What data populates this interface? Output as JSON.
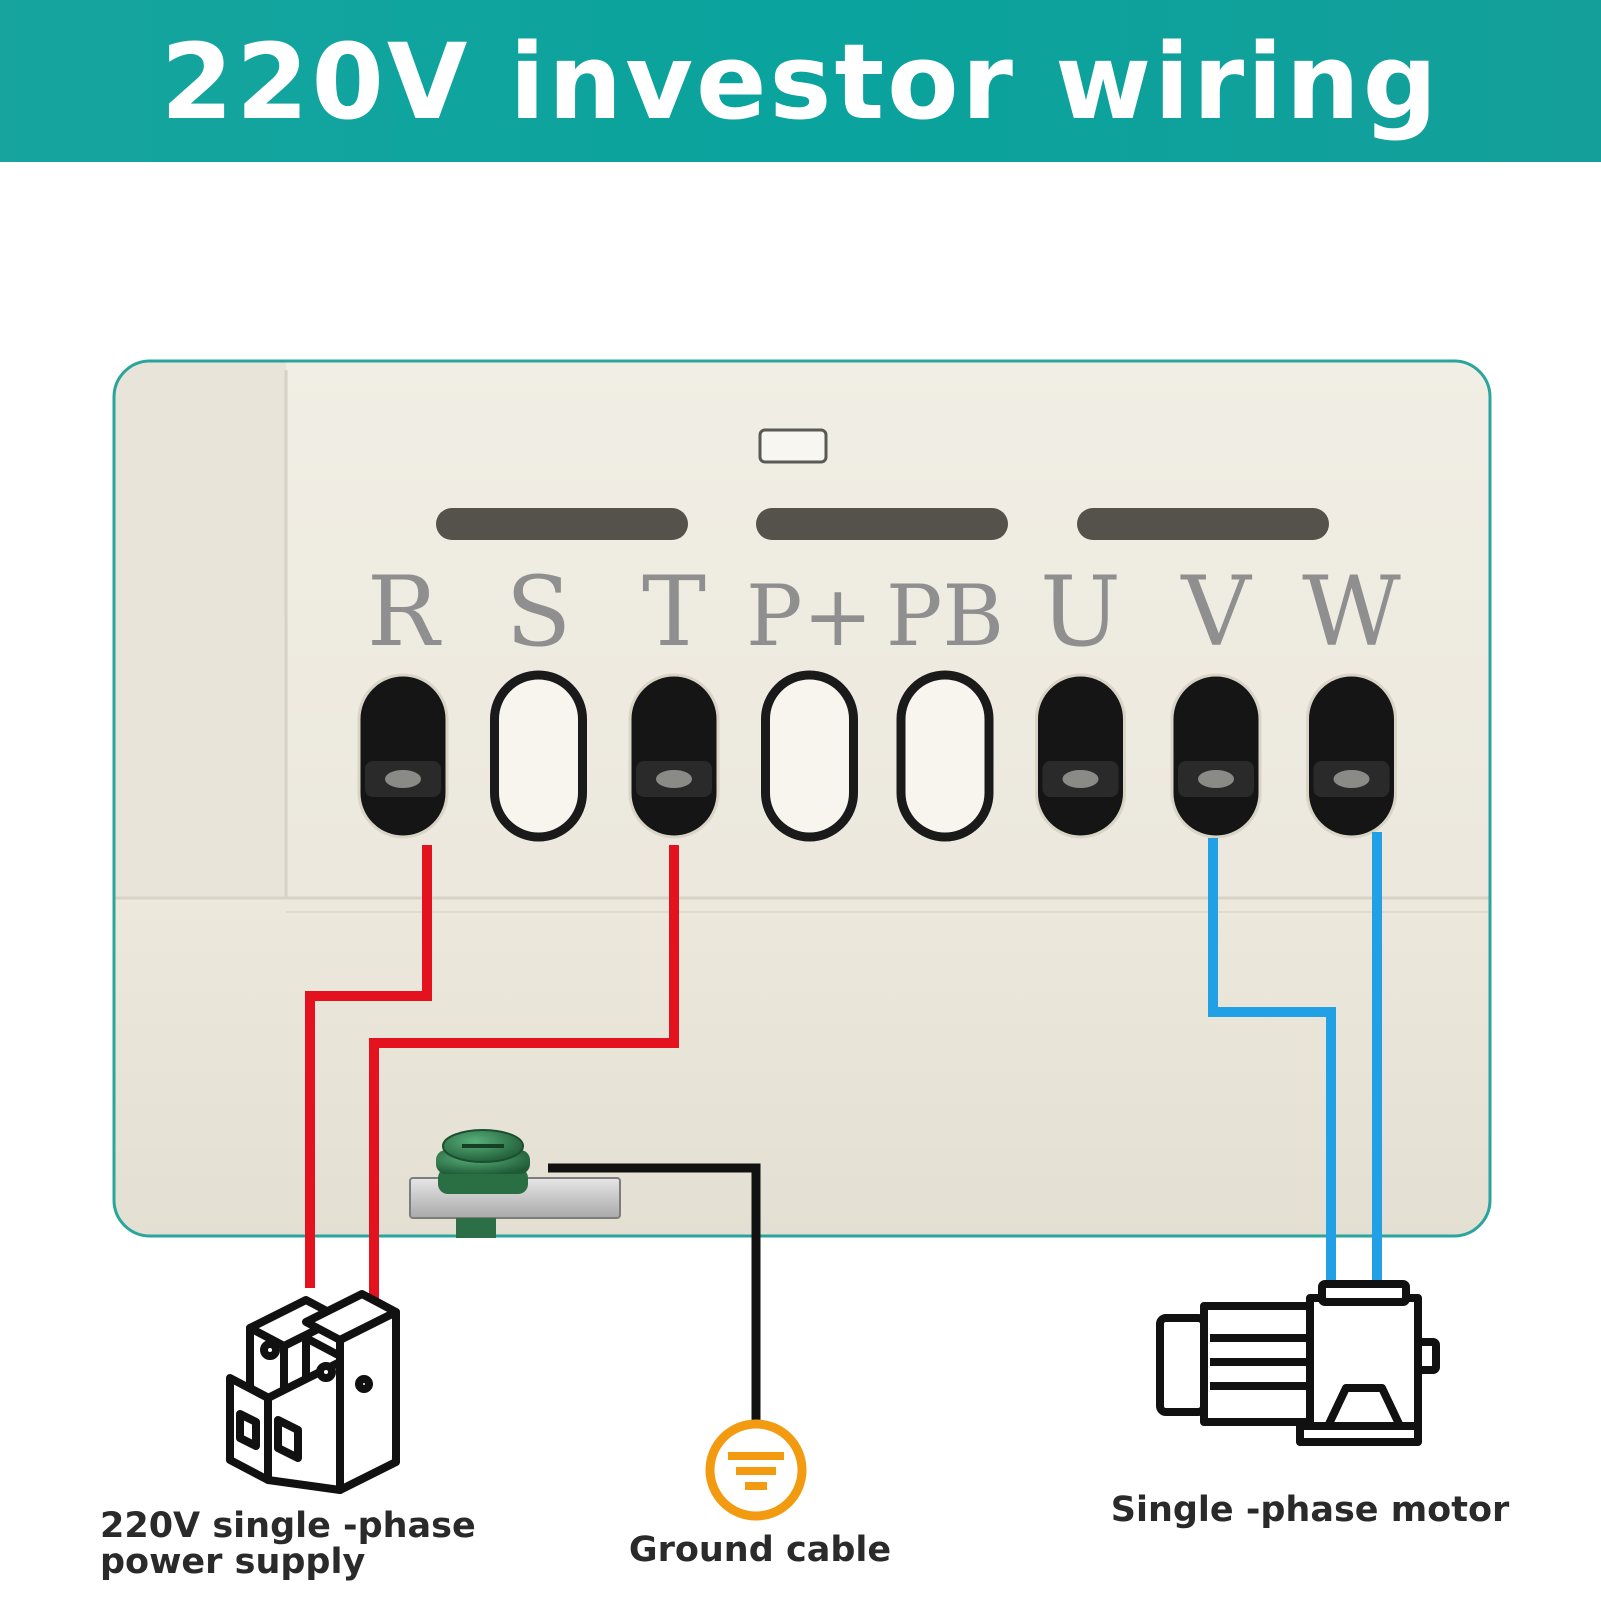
{
  "header": {
    "title": "220V investor wiring"
  },
  "terminals": [
    {
      "label": "R",
      "state": "wired"
    },
    {
      "label": "S",
      "state": "empty"
    },
    {
      "label": "T",
      "state": "wired"
    },
    {
      "label": "P+",
      "state": "empty"
    },
    {
      "label": "PB",
      "state": "empty"
    },
    {
      "label": "U",
      "state": "screw"
    },
    {
      "label": "V",
      "state": "wired"
    },
    {
      "label": "W",
      "state": "wired"
    }
  ],
  "devices": {
    "power_supply": {
      "icon": "circuit-breaker-icon",
      "caption_line1": "220V single -phase",
      "caption_line2": "power supply"
    },
    "ground": {
      "icon": "ground-symbol-icon",
      "caption": "Ground cable"
    },
    "motor": {
      "icon": "electric-motor-icon",
      "caption": "Single -phase motor"
    }
  },
  "colors": {
    "header_bg": "#0fa39d",
    "panel_border": "#2aa59c",
    "supply_wire": "#e3121e",
    "motor_wire": "#22a0e6",
    "ground_wire": "#111111",
    "ground_symbol": "#f29a10",
    "panel_bg": "#ede9dd",
    "terminal_label": "#8f8f8f"
  }
}
